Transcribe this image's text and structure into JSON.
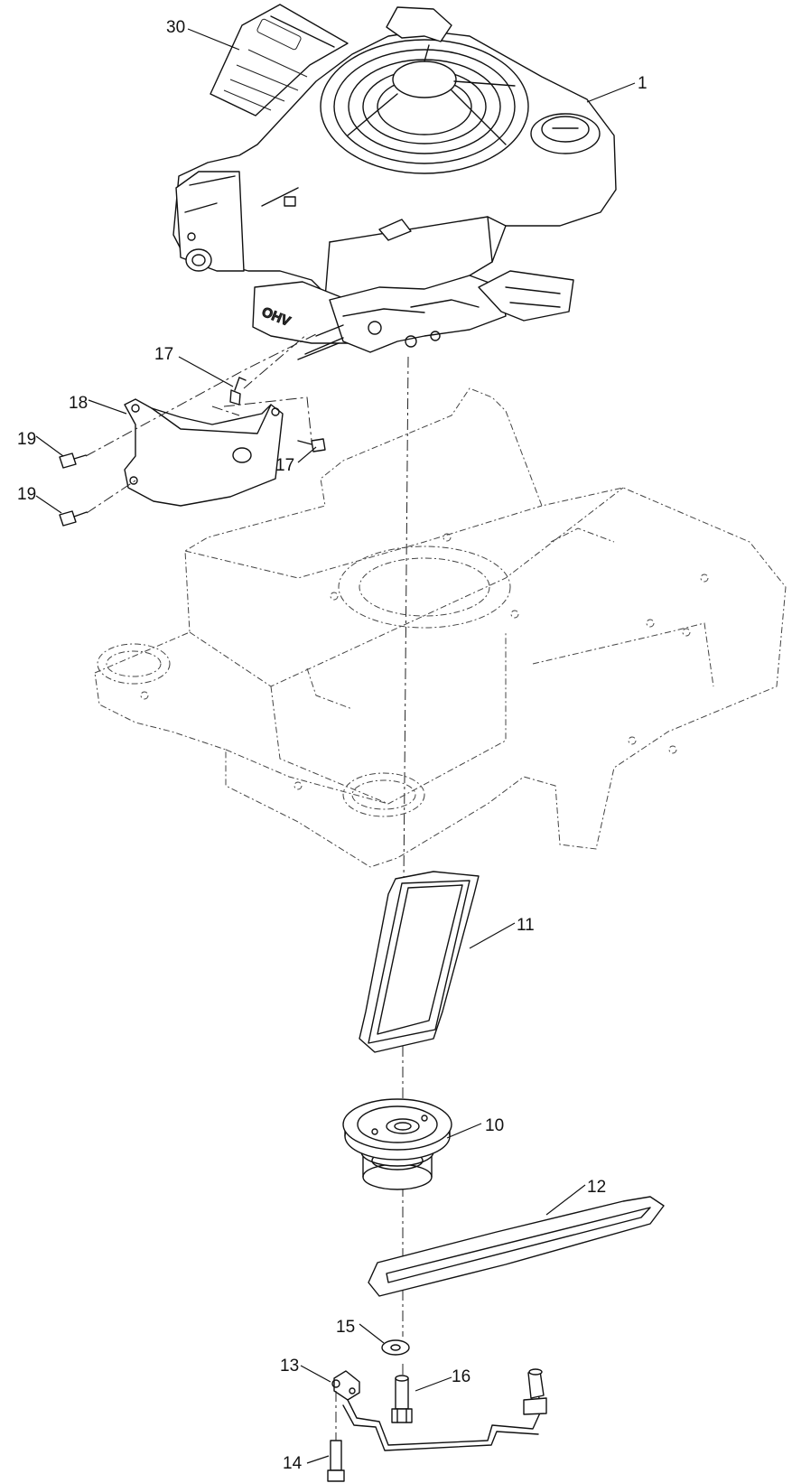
{
  "callouts": {
    "c30": "30",
    "c1": "1",
    "c17a": "17",
    "c17b": "17",
    "c18": "18",
    "c19a": "19",
    "c19b": "19",
    "c11": "11",
    "c10": "10",
    "c12": "12",
    "c15": "15",
    "c13": "13",
    "c16": "16",
    "c14": "14"
  },
  "engine": {
    "block_marking": "OHV"
  },
  "colors": {
    "line": "#111111",
    "background": "#ffffff",
    "phantom": "#444444"
  }
}
